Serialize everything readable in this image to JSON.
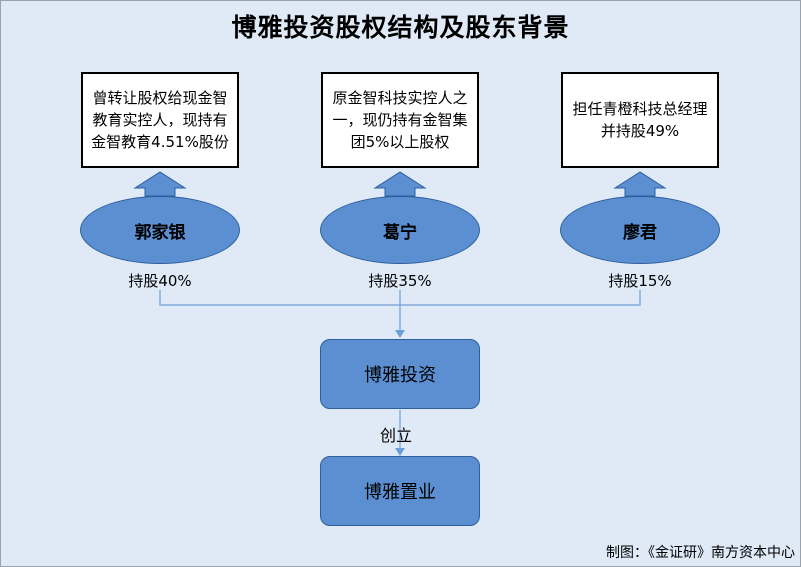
{
  "title": "博雅投资股权结构及股东背景",
  "shareholders": [
    {
      "name": "郭家银",
      "share": "持股40%",
      "note": "曾转让股权给现金智教育实控人，现持有金智教育4.51%股份"
    },
    {
      "name": "葛宁",
      "share": "持股35%",
      "note": "原金智科技实控人之一，现仍持有金智集团5%以上股权"
    },
    {
      "name": "廖君",
      "share": "持股15%",
      "note": "担任青橙科技总经理并持股49%"
    }
  ],
  "company": "博雅投资",
  "relation": "创立",
  "subsidiary": "博雅置业",
  "source": "制图：《金证研》南方资本中心",
  "colors": {
    "background": "#dfeaf6",
    "node_fill": "#5b8fd1",
    "node_border": "#2e5f9c",
    "line": "#6f9fd6"
  }
}
